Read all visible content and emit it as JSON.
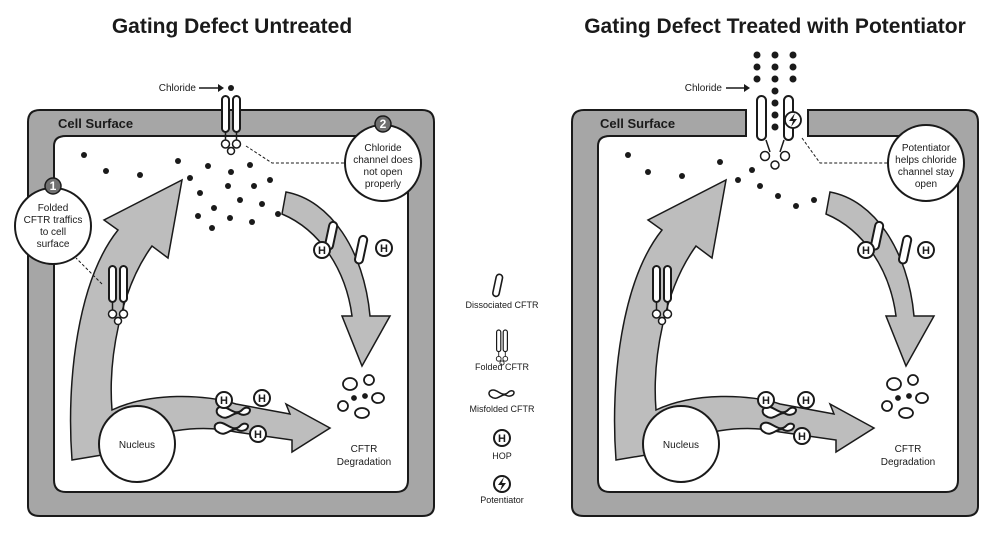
{
  "panels": {
    "left": {
      "title": "Gating Defect Untreated",
      "cell_surface": "Cell Surface",
      "chloride": "Chloride",
      "nucleus": "Nucleus",
      "degradation_line1": "CFTR",
      "degradation_line2": "Degradation",
      "callout1_number": "1",
      "callout1_lines": [
        "Folded",
        "CFTR traffics",
        "to cell",
        "surface"
      ],
      "callout2_number": "2",
      "callout2_lines": [
        "Chloride",
        "channel does",
        "not open",
        "properly"
      ]
    },
    "right": {
      "title": "Gating Defect Treated with Potentiator",
      "cell_surface": "Cell Surface",
      "chloride": "Chloride",
      "nucleus": "Nucleus",
      "degradation_line1": "CFTR",
      "degradation_line2": "Degradation",
      "callout_lines": [
        "Potentiator",
        "helps chloride",
        "channel stay",
        "open"
      ]
    }
  },
  "legend": {
    "dissociated": "Dissociated CFTR",
    "folded": "Folded CFTR",
    "misfolded": "Misfolded CFTR",
    "hop": "HOP",
    "hop_symbol": "H",
    "potentiator": "Potentiator"
  },
  "colors": {
    "cell_wall": "#a6a6a6",
    "arrow_fill": "#bdbdbd",
    "outline": "#1a1a1a"
  }
}
